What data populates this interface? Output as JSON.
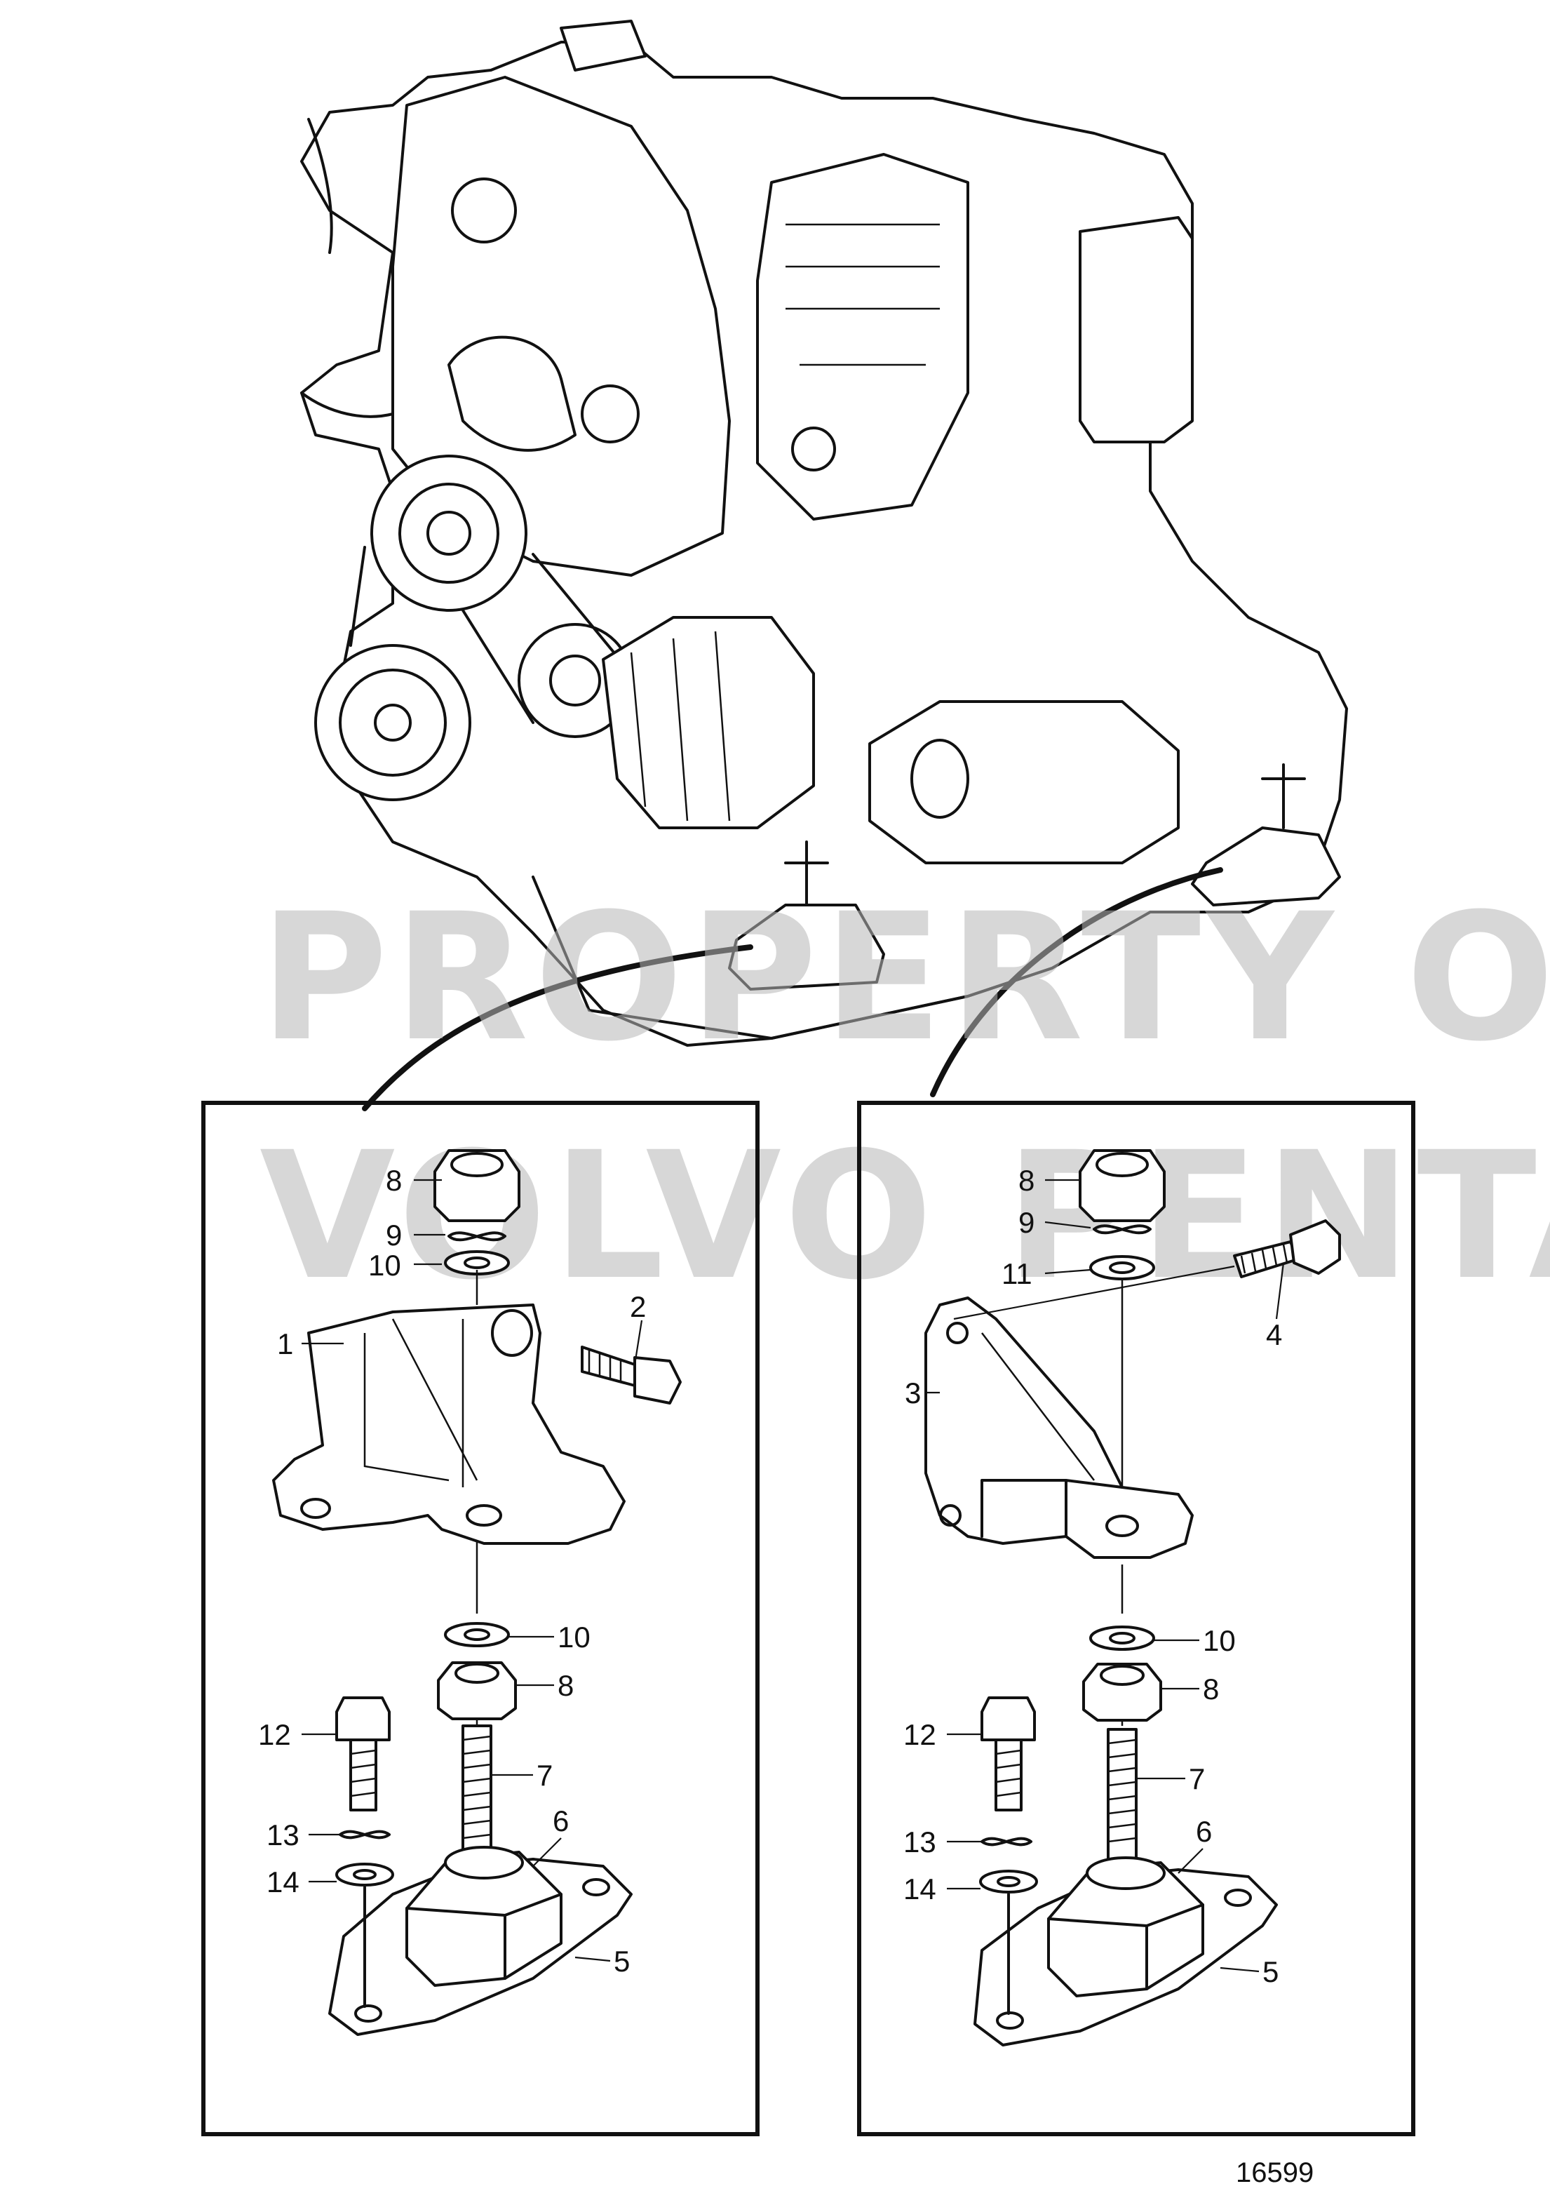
{
  "watermark": {
    "line1": "PROPERTY OF",
    "line2": "VOLVO PENTA"
  },
  "reference_number": "16599",
  "left_panel": {
    "callouts": [
      "8",
      "9",
      "10",
      "1",
      "2",
      "10",
      "8",
      "12",
      "7",
      "13",
      "6",
      "14",
      "5"
    ]
  },
  "right_panel": {
    "callouts": [
      "8",
      "9",
      "11",
      "3",
      "4",
      "10",
      "8",
      "12",
      "7",
      "13",
      "6",
      "14",
      "5"
    ]
  }
}
